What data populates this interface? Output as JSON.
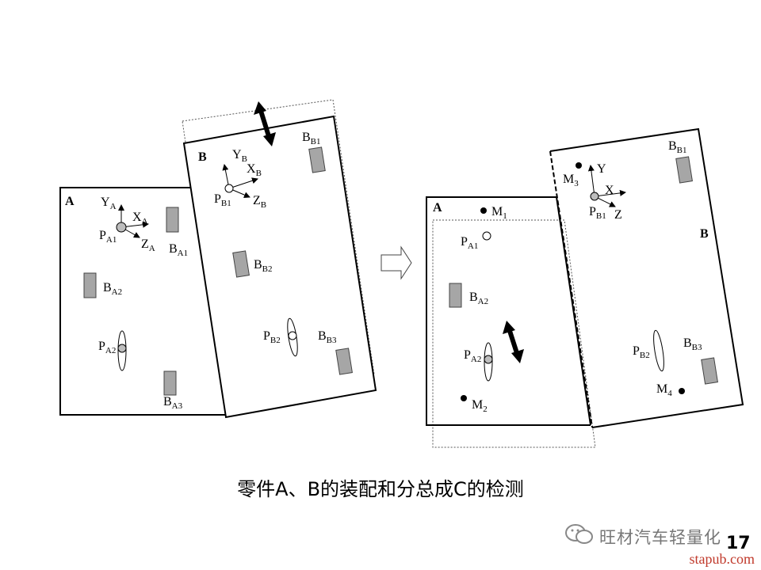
{
  "left_diagram": {
    "part_a": "A",
    "part_b": "B",
    "a": {
      "y": [
        "Y",
        "A"
      ],
      "x": [
        "X",
        "A"
      ],
      "z": [
        "Z",
        "A"
      ],
      "p1": [
        "P",
        "A1"
      ],
      "p2": [
        "P",
        "A2"
      ],
      "b1": [
        "B",
        "A1"
      ],
      "b2": [
        "B",
        "A2"
      ],
      "b3": [
        "B",
        "A3"
      ]
    },
    "b": {
      "y": [
        "Y",
        "B"
      ],
      "x": [
        "X",
        "B"
      ],
      "z": [
        "Z",
        "B"
      ],
      "p1": [
        "P",
        "B1"
      ],
      "p2": [
        "P",
        "B2"
      ],
      "b1": [
        "B",
        "B1"
      ],
      "b2": [
        "B",
        "B2"
      ],
      "b3": [
        "B",
        "B3"
      ]
    }
  },
  "right_diagram": {
    "part_a": "A",
    "part_b": "B",
    "a": {
      "m1": [
        "M",
        "1"
      ],
      "m2": [
        "M",
        "2"
      ],
      "p1": [
        "P",
        "A1"
      ],
      "p2": [
        "P",
        "A2"
      ],
      "b2": [
        "B",
        "A2"
      ]
    },
    "b": {
      "m3": [
        "M",
        "3"
      ],
      "m4": [
        "M",
        "4"
      ],
      "y": [
        "Y",
        ""
      ],
      "x": [
        "X",
        ""
      ],
      "z": [
        "Z",
        ""
      ],
      "p1": [
        "P",
        "B1"
      ],
      "p2": [
        "P",
        "B2"
      ],
      "b1": [
        "B",
        "B1"
      ],
      "b3": [
        "B",
        "B3"
      ]
    }
  },
  "caption": "零件A、B的装配和分总成C的检测",
  "watermark": "旺材汽车轻量化",
  "page_number": "17",
  "site": "stapub.com",
  "colors": {
    "block_fill": "#a6a6a6",
    "pin_fill": "#bdbdbd",
    "site": "#c0392b"
  }
}
